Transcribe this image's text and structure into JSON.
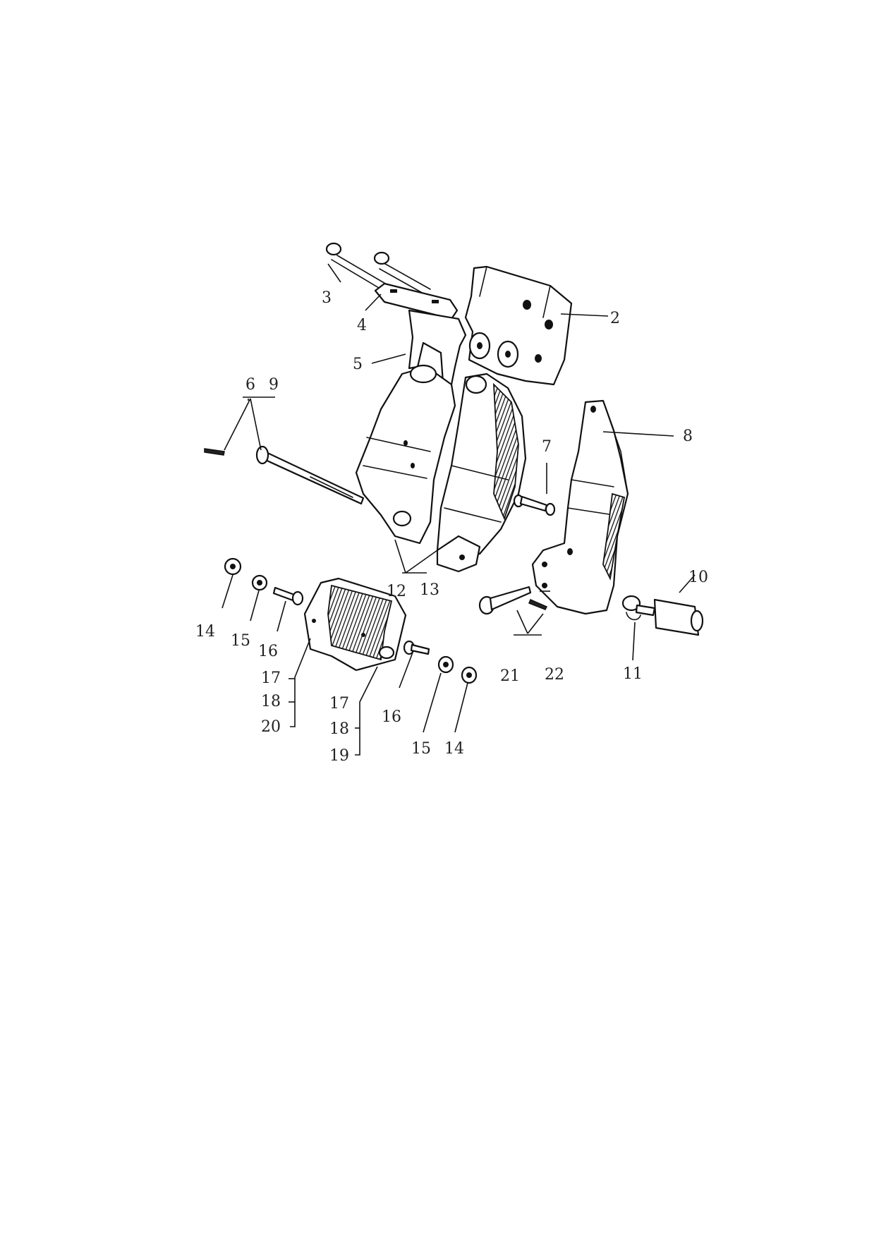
{
  "callouts": {
    "c2": "2",
    "c3": "3",
    "c4": "4",
    "c5": "5",
    "c6": "6",
    "c9": "9",
    "c7": "7",
    "c8": "8",
    "c10": "10",
    "c11": "11",
    "c12": "12",
    "c13": "13",
    "c14a": "14",
    "c15a": "15",
    "c16a": "16",
    "c17a": "17",
    "c18a": "18",
    "c20": "20",
    "c17b": "17",
    "c18b": "18",
    "c19": "19",
    "c16b": "16",
    "c15b": "15",
    "c14b": "14",
    "c21": "21",
    "c22": "22"
  }
}
